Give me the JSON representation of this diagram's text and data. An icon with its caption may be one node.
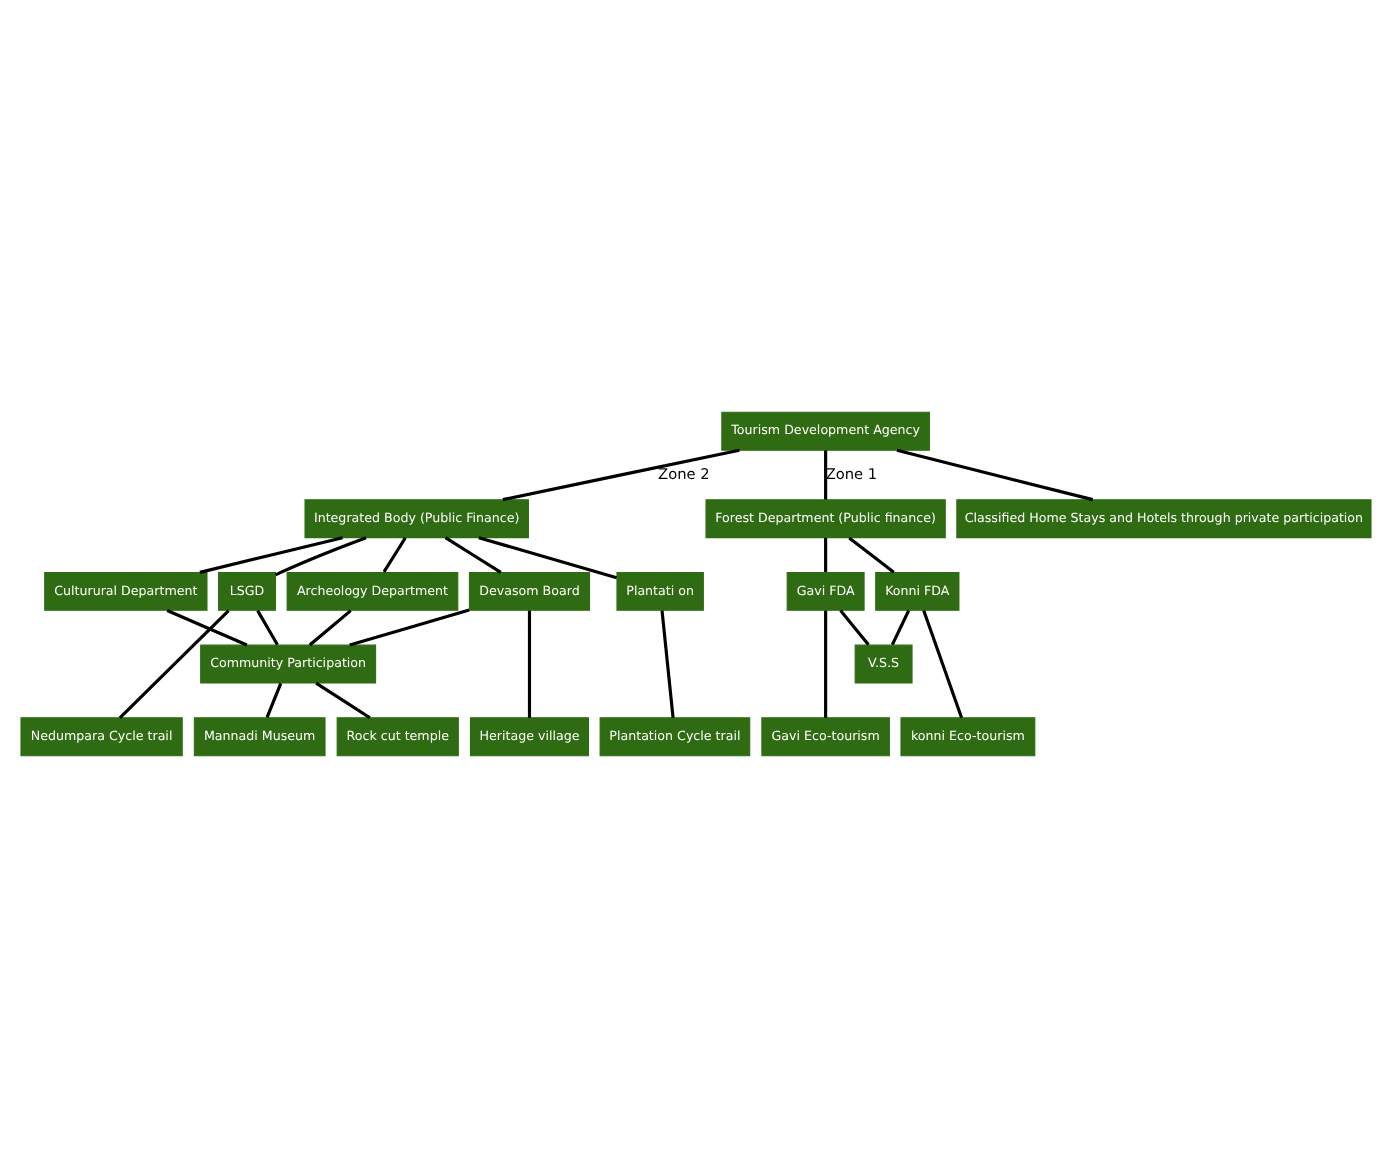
{
  "diagram": {
    "nodes": [
      {
        "text": [
          "Tourism Development Agency"
        ]
      },
      {
        "text": [
          "Integrated Body (Public Finance)"
        ]
      },
      {
        "text": [
          "Forest Department (Public finance)"
        ]
      },
      {
        "text": [
          "Devasom Board"
        ]
      },
      {
        "text": [
          "Archeology Department"
        ]
      },
      {
        "text": [
          "Culturural Department"
        ]
      },
      {
        "text": [
          "Plantati on"
        ]
      },
      {
        "text": [
          "LSGD"
        ]
      },
      {
        "text": [
          "Konni FDA"
        ]
      },
      {
        "text": [
          "Gavi FDA"
        ]
      },
      {
        "text": [
          "Community Participation"
        ]
      },
      {
        "text": [
          "V.S.S"
        ]
      },
      {
        "text": [
          "Heritage village"
        ]
      },
      {
        "text": [
          "Rock cut temple"
        ]
      },
      {
        "text": [
          "Mannadi Museum"
        ]
      },
      {
        "text": [
          "Plantation Cycle trail"
        ]
      },
      {
        "text": [
          "Nedumpara Cycle trail"
        ]
      },
      {
        "text": [
          "konni Eco-tourism"
        ]
      },
      {
        "text": [
          "Gavi Eco-tourism"
        ]
      },
      {
        "text": [
          "Classified Home Stays and Hotels through private participation"
        ]
      }
    ],
    "edges": [
      {
        "from": 0,
        "to": 1,
        "arrow": "none",
        "label": "Zone 2"
      },
      {
        "from": 0,
        "to": 2,
        "arrow": "none",
        "label": "Zone 1"
      },
      {
        "from": 0,
        "to": 19,
        "arrow": "none"
      },
      {
        "from": 1,
        "to": 3,
        "arrow": "none"
      },
      {
        "from": 1,
        "to": 4,
        "arrow": "none"
      },
      {
        "from": 1,
        "to": 5,
        "arrow": "none"
      },
      {
        "from": 1,
        "to": 6,
        "arrow": "none"
      },
      {
        "from": 1,
        "to": 7,
        "arrow": "none"
      },
      {
        "from": 2,
        "to": 8,
        "arrow": "none"
      },
      {
        "from": 2,
        "to": 9,
        "arrow": "none"
      },
      {
        "from": 3,
        "to": 10,
        "arrow": "none"
      },
      {
        "from": 4,
        "to": 10,
        "arrow": "none"
      },
      {
        "from": 5,
        "to": 10,
        "arrow": "none"
      },
      {
        "from": 7,
        "to": 10,
        "arrow": "none"
      },
      {
        "from": 8,
        "to": 11,
        "arrow": "none"
      },
      {
        "from": 9,
        "to": 11,
        "arrow": "none"
      },
      {
        "from": 3,
        "to": 12,
        "arrow": "none"
      },
      {
        "from": 10,
        "to": 13,
        "arrow": "none"
      },
      {
        "from": 10,
        "to": 14,
        "arrow": "none"
      },
      {
        "from": 6,
        "to": 15,
        "arrow": "none"
      },
      {
        "from": 7,
        "to": 16,
        "arrow": "none"
      },
      {
        "from": 8,
        "to": 17,
        "arrow": "none"
      },
      {
        "from": 9,
        "to": 18,
        "arrow": "none"
      }
    ]
  }
}
